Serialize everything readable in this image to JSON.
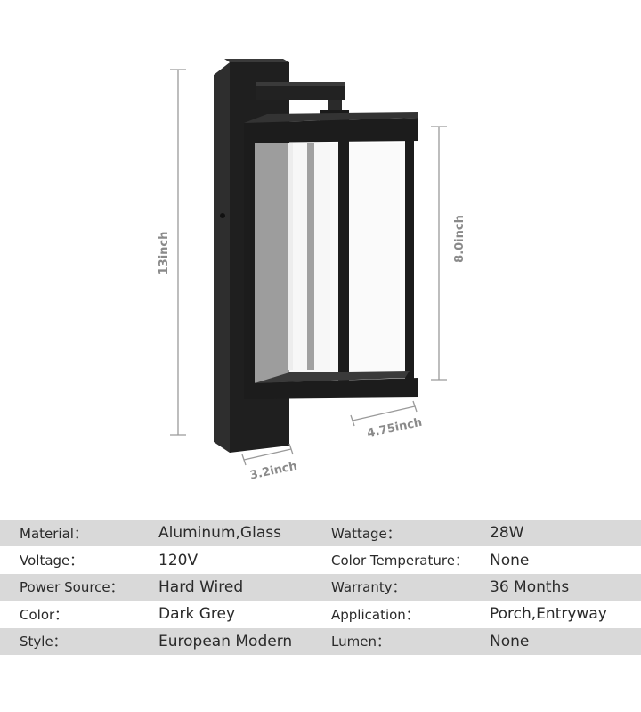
{
  "dimensions": {
    "height_total": "13inch",
    "height_lantern": "8.0inch",
    "width_lantern": "4.75inch",
    "depth_backplate": "3.2inch"
  },
  "specs": [
    {
      "label": "Material：",
      "value": "Aluminum,Glass",
      "label2": "Wattage：",
      "value2": "28W"
    },
    {
      "label": "Voltage：",
      "value": "120V",
      "label2": "Color Temperature：",
      "value2": "None"
    },
    {
      "label": "Power Source：",
      "value": "Hard Wired",
      "label2": "Warranty：",
      "value2": "36 Months"
    },
    {
      "label": "Color：",
      "value": "Dark Grey",
      "label2": "Application：",
      "value2": "Porch,Entryway"
    },
    {
      "label": "Style：",
      "value": "European Modern",
      "label2": "Lumen：",
      "value2": "None"
    }
  ],
  "colors": {
    "fixture": "#1c1c1c",
    "dimension_line": "#9a9a9a",
    "table_shade": "#d9d9d9"
  }
}
